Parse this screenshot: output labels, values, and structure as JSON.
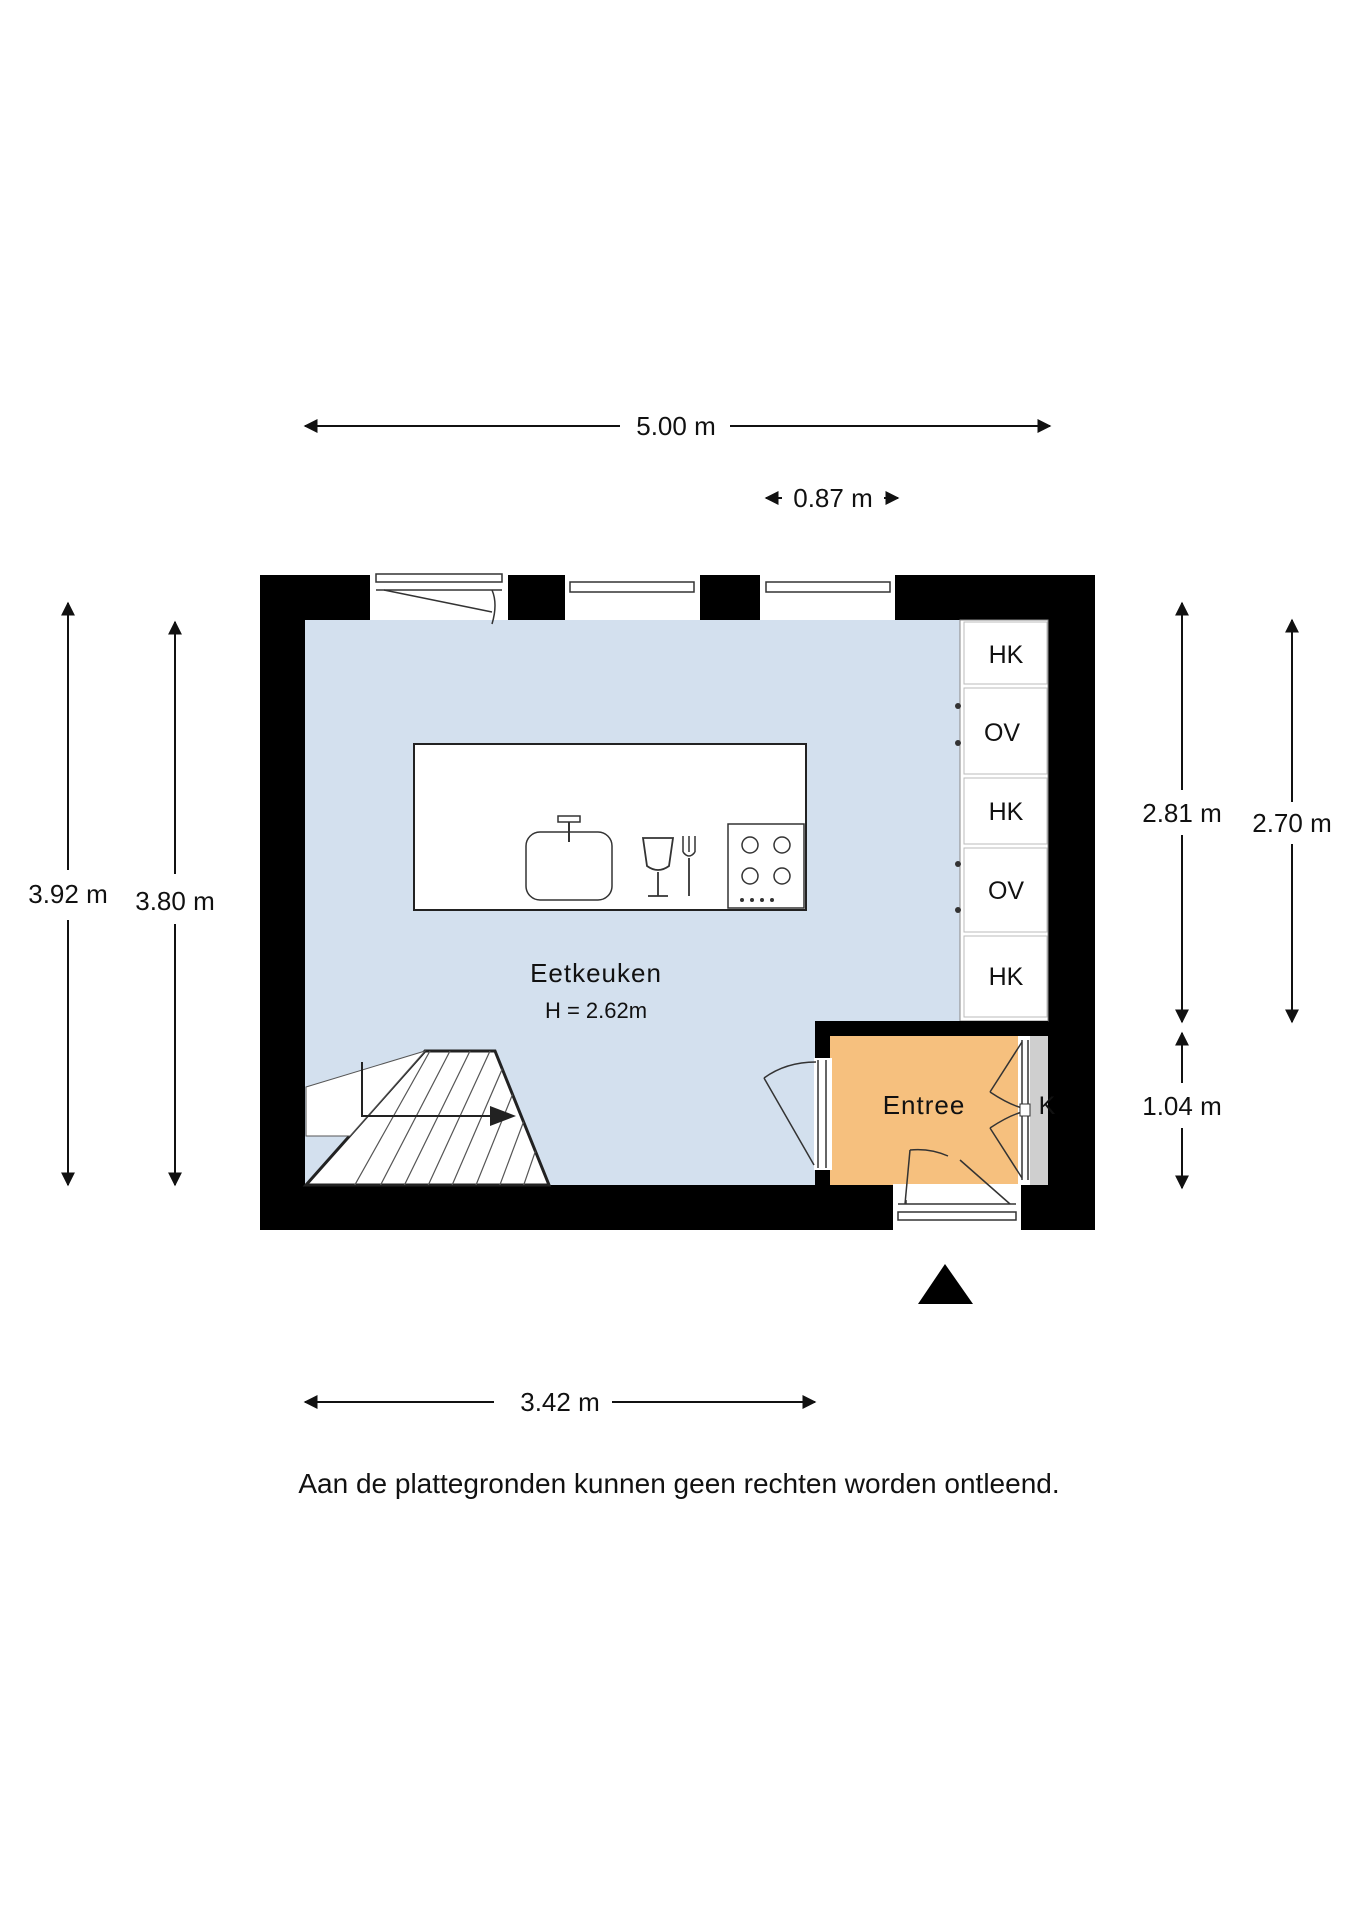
{
  "dimensions": {
    "top_total": "5.00 m",
    "top_small": "0.87 m",
    "left_outer": "3.92 m",
    "left_inner": "3.80 m",
    "right_upper_a": "2.81 m",
    "right_upper_b": "2.70 m",
    "right_lower": "1.04 m",
    "bottom": "3.42 m"
  },
  "rooms": {
    "kitchen": {
      "name": "Eetkeuken",
      "height": "H = 2.62m",
      "color": "#d3e0ee"
    },
    "entrance": {
      "name": "Entree",
      "color": "#f6c07e"
    },
    "closet": {
      "name": "K"
    }
  },
  "appliances": [
    "HK",
    "OV",
    "HK",
    "OV",
    "HK"
  ],
  "colors": {
    "wall": "#000000",
    "kitchen": "#d3e0ee",
    "entrance": "#f6c07e",
    "closet": "#cfcfcf"
  },
  "icons": {
    "entrance_marker": "triangle-up-icon",
    "sink": "sink-icon",
    "dining": "glass-fork-icon",
    "hob": "stove-icon"
  },
  "disclaimer": "Aan de plattegronden kunnen geen rechten worden ontleend."
}
